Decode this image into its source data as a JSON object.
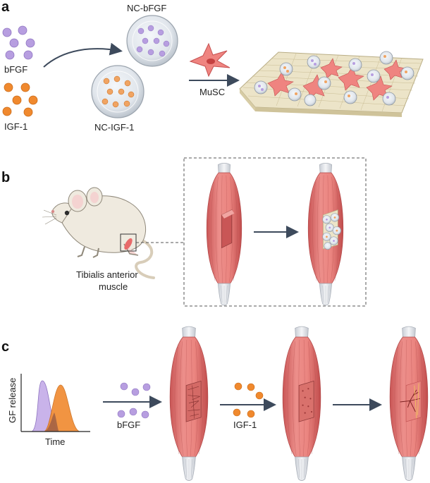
{
  "panels": {
    "a": {
      "letter": "a",
      "labels": {
        "bfgf": "bFGF",
        "igf1": "IGF-1",
        "nc_bfgf": "NC-bFGF",
        "nc_igf1": "NC-IGF-1",
        "musc": "MuSC"
      }
    },
    "b": {
      "letter": "b",
      "labels": {
        "muscle_line1": "Tibialis anterior",
        "muscle_line2": "muscle"
      }
    },
    "c": {
      "letter": "c",
      "labels": {
        "ylabel": "GF release",
        "xlabel": "Time",
        "bfgf": "bFGF",
        "igf1": "IGF-1"
      }
    }
  },
  "colors": {
    "bfgf": "#b79ee0",
    "igf1": "#f0892e",
    "muscle": "#e57a7a",
    "muscle_dark": "#c75a5a",
    "tendon": "#e4e6ea",
    "arrow": "#3d4a5c",
    "musc": "#e86a6a",
    "scaffold": "#e9e2c9"
  }
}
